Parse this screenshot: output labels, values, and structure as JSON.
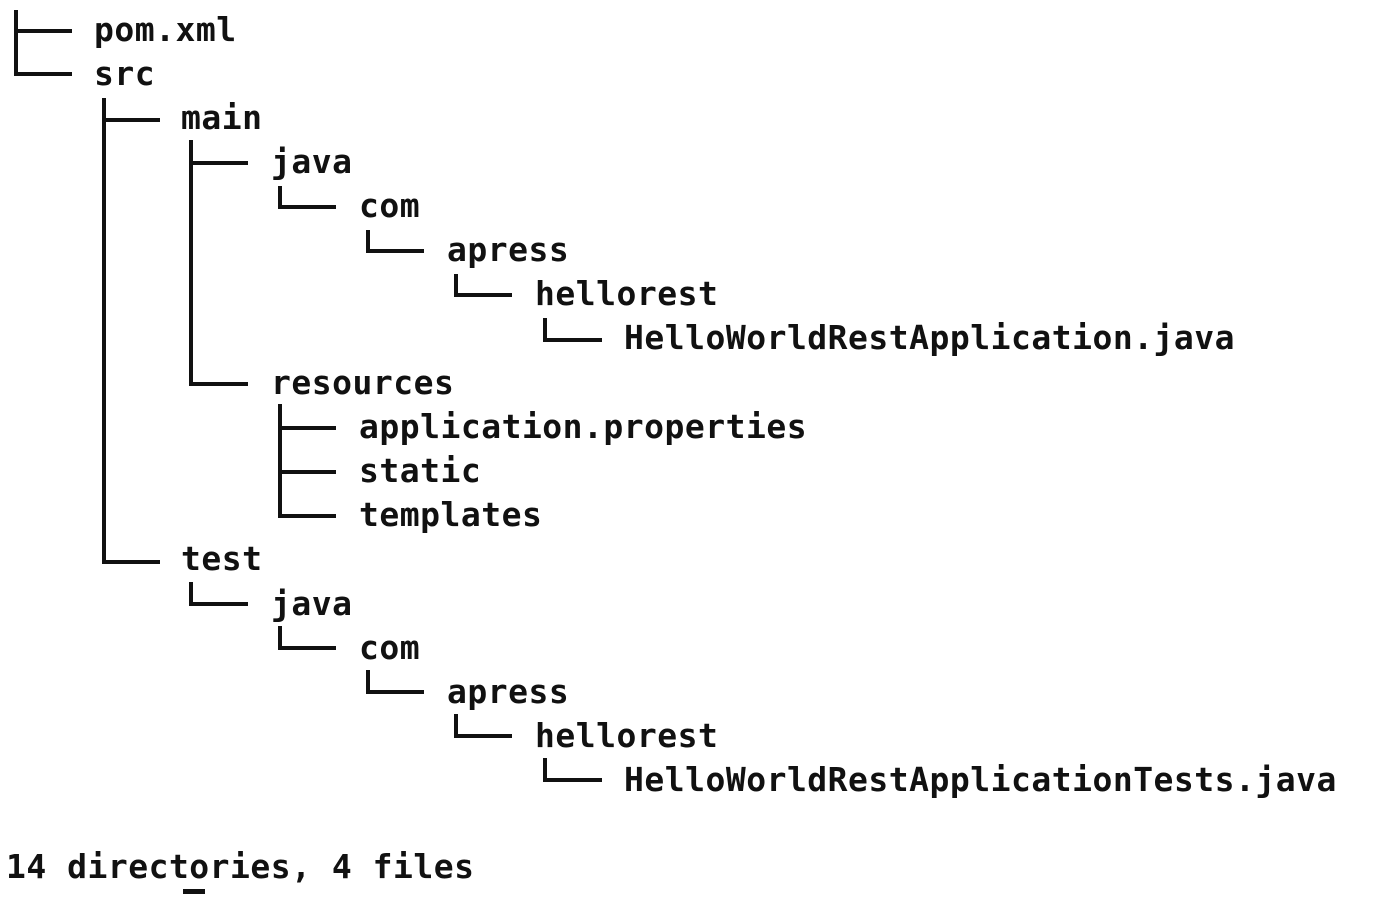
{
  "tree": {
    "entries": [
      "pom.xml",
      "src",
      "main",
      "java",
      "com",
      "apress",
      "hellorest",
      "HelloWorldRestApplication.java",
      "resources",
      "application.properties",
      "static",
      "templates",
      "test",
      "java",
      "com",
      "apress",
      "hellorest",
      "HelloWorldRestApplicationTests.java"
    ]
  },
  "summary": "14 directories, 4 files"
}
